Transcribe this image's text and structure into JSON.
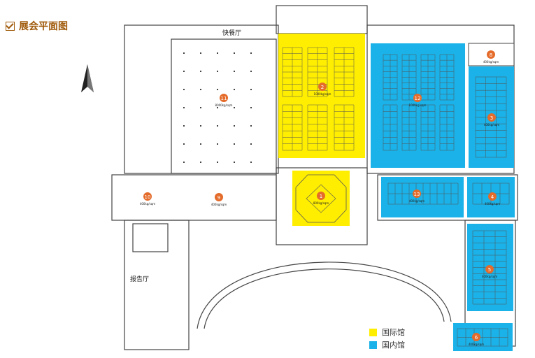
{
  "title": "展会平面图",
  "colors": {
    "international": "#ffee00",
    "domestic": "#1ab2e8",
    "wall": "#444444",
    "marker": "#e46b2a"
  },
  "labels": {
    "fastfood": "快餐厅",
    "report_hall": "报告厅"
  },
  "halls": [
    {
      "num": "1",
      "load": "800kg/sqm"
    },
    {
      "num": "2",
      "load": "1000kg/sqm"
    },
    {
      "num": "3",
      "load": "400kg/sqm"
    },
    {
      "num": "4",
      "load": "400kg/sqm"
    },
    {
      "num": "5",
      "load": "400kg/sqm"
    },
    {
      "num": "6",
      "load": "400kg/sqm"
    },
    {
      "num": "8",
      "load": "400kg/sqm"
    },
    {
      "num": "9",
      "load": "400kg/sqm"
    },
    {
      "num": "10",
      "load": "400kg/sqm"
    },
    {
      "num": "11",
      "load": "8000kg/sqm"
    },
    {
      "num": "12",
      "load": "1000kg/sqm"
    },
    {
      "num": "13",
      "load": "400kg/sqm"
    }
  ],
  "legend": [
    {
      "label": "国际馆",
      "color": "#ffee00"
    },
    {
      "label": "国内馆",
      "color": "#1ab2e8"
    }
  ]
}
